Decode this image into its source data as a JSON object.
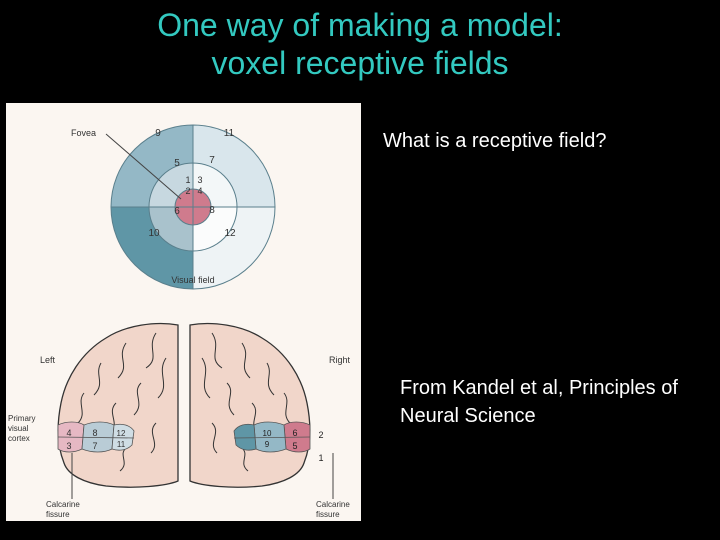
{
  "slide": {
    "title_line1": "One way of making a model:",
    "title_line2": "voxel receptive fields",
    "question": "What is a receptive field?",
    "citation": "From Kandel et al, Principles of Neural Science"
  },
  "figure": {
    "visual_field": {
      "fovea_label": "Fovea",
      "caption": "Visual field",
      "region_numbers": [
        "1",
        "2",
        "3",
        "4",
        "5",
        "6",
        "7",
        "8",
        "9",
        "10",
        "11",
        "12"
      ]
    },
    "brain": {
      "left_label": "Left",
      "right_label": "Right",
      "cortex_label_line1": "Primary",
      "cortex_label_line2": "visual",
      "cortex_label_line3": "cortex",
      "calcarine_left_line1": "Calcarine",
      "calcarine_left_line2": "fissure",
      "calcarine_right_line1": "Calcarine",
      "calcarine_right_line2": "fissure",
      "left_numbers": [
        "4",
        "8",
        "12",
        "3",
        "7",
        "11"
      ],
      "right_numbers": [
        "10",
        "6",
        "2",
        "9",
        "5",
        "1"
      ]
    }
  },
  "colors": {
    "title": "#33c9c0",
    "background": "#000000",
    "teal_dark": "#5f96a6",
    "teal_mid": "#94b8c6",
    "teal_light": "#d9e6ec",
    "pink": "#cf7b8d",
    "figure_bg": "#fbf6f1"
  }
}
